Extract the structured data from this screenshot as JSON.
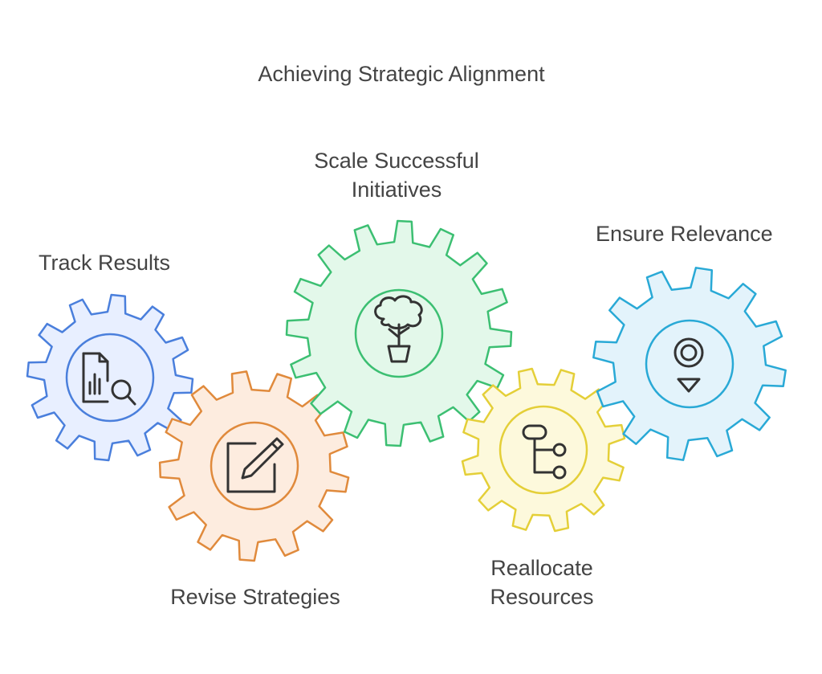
{
  "title": "Achieving Strategic Alignment",
  "steps": [
    {
      "id": "track",
      "label": "Track Results",
      "icon": "report-search-icon",
      "fill": "#e8efff",
      "stroke": "#4a7fdc"
    },
    {
      "id": "revise",
      "label": "Revise Strategies",
      "icon": "edit-document-icon",
      "fill": "#fdecdf",
      "stroke": "#e08a3c"
    },
    {
      "id": "scale",
      "label_line1": "Scale Successful",
      "label_line2": "Initiatives",
      "icon": "potted-tree-icon",
      "fill": "#e3f8ea",
      "stroke": "#3cbf72"
    },
    {
      "id": "reallocate",
      "label_line1": "Reallocate",
      "label_line2": "Resources",
      "icon": "flow-branch-icon",
      "fill": "#fdf9dc",
      "stroke": "#e4cf38"
    },
    {
      "id": "ensure",
      "label": "Ensure Relevance",
      "icon": "location-target-icon",
      "fill": "#e3f3fb",
      "stroke": "#29a9d6"
    }
  ]
}
